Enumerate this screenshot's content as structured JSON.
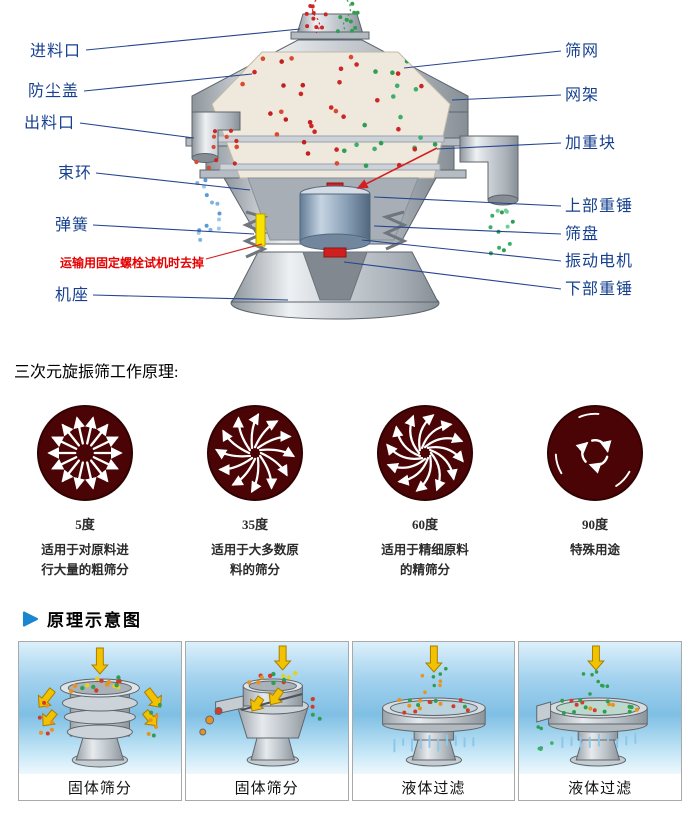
{
  "machine_diagram": {
    "left_labels": [
      "进料口",
      "防尘盖",
      "出料口",
      "束环",
      "弹簧",
      "机座"
    ],
    "warning": "运输用固定螺栓试机时去掉",
    "right_labels": [
      "筛网",
      "网架",
      "加重块",
      "上部重锤",
      "筛盘",
      "振动电机",
      "下部重锤"
    ]
  },
  "principle": {
    "title": "三次元旋振筛工作原理:",
    "modes": [
      {
        "angle": "5度",
        "desc1": "适用于对原料进",
        "desc2": "行大量的粗筛分"
      },
      {
        "angle": "35度",
        "desc1": "适用于大多数原",
        "desc2": "料的筛分"
      },
      {
        "angle": "60度",
        "desc1": "适用于精细原料",
        "desc2": "的精筛分"
      },
      {
        "angle": "90度",
        "desc1": "特殊用途",
        "desc2": ""
      }
    ]
  },
  "schematic": {
    "title": "原理示意图",
    "panels": [
      {
        "label": "固体筛分"
      },
      {
        "label": "固体筛分"
      },
      {
        "label": "液体过滤"
      },
      {
        "label": "液体过滤"
      }
    ]
  },
  "colors": {
    "label_blue": "#17418f",
    "warning_red": "#e60000",
    "circle_maroon": "#4a0405",
    "arrow_yellow": "#f2c200",
    "panel_sky_blue": "#7fbfe4"
  }
}
